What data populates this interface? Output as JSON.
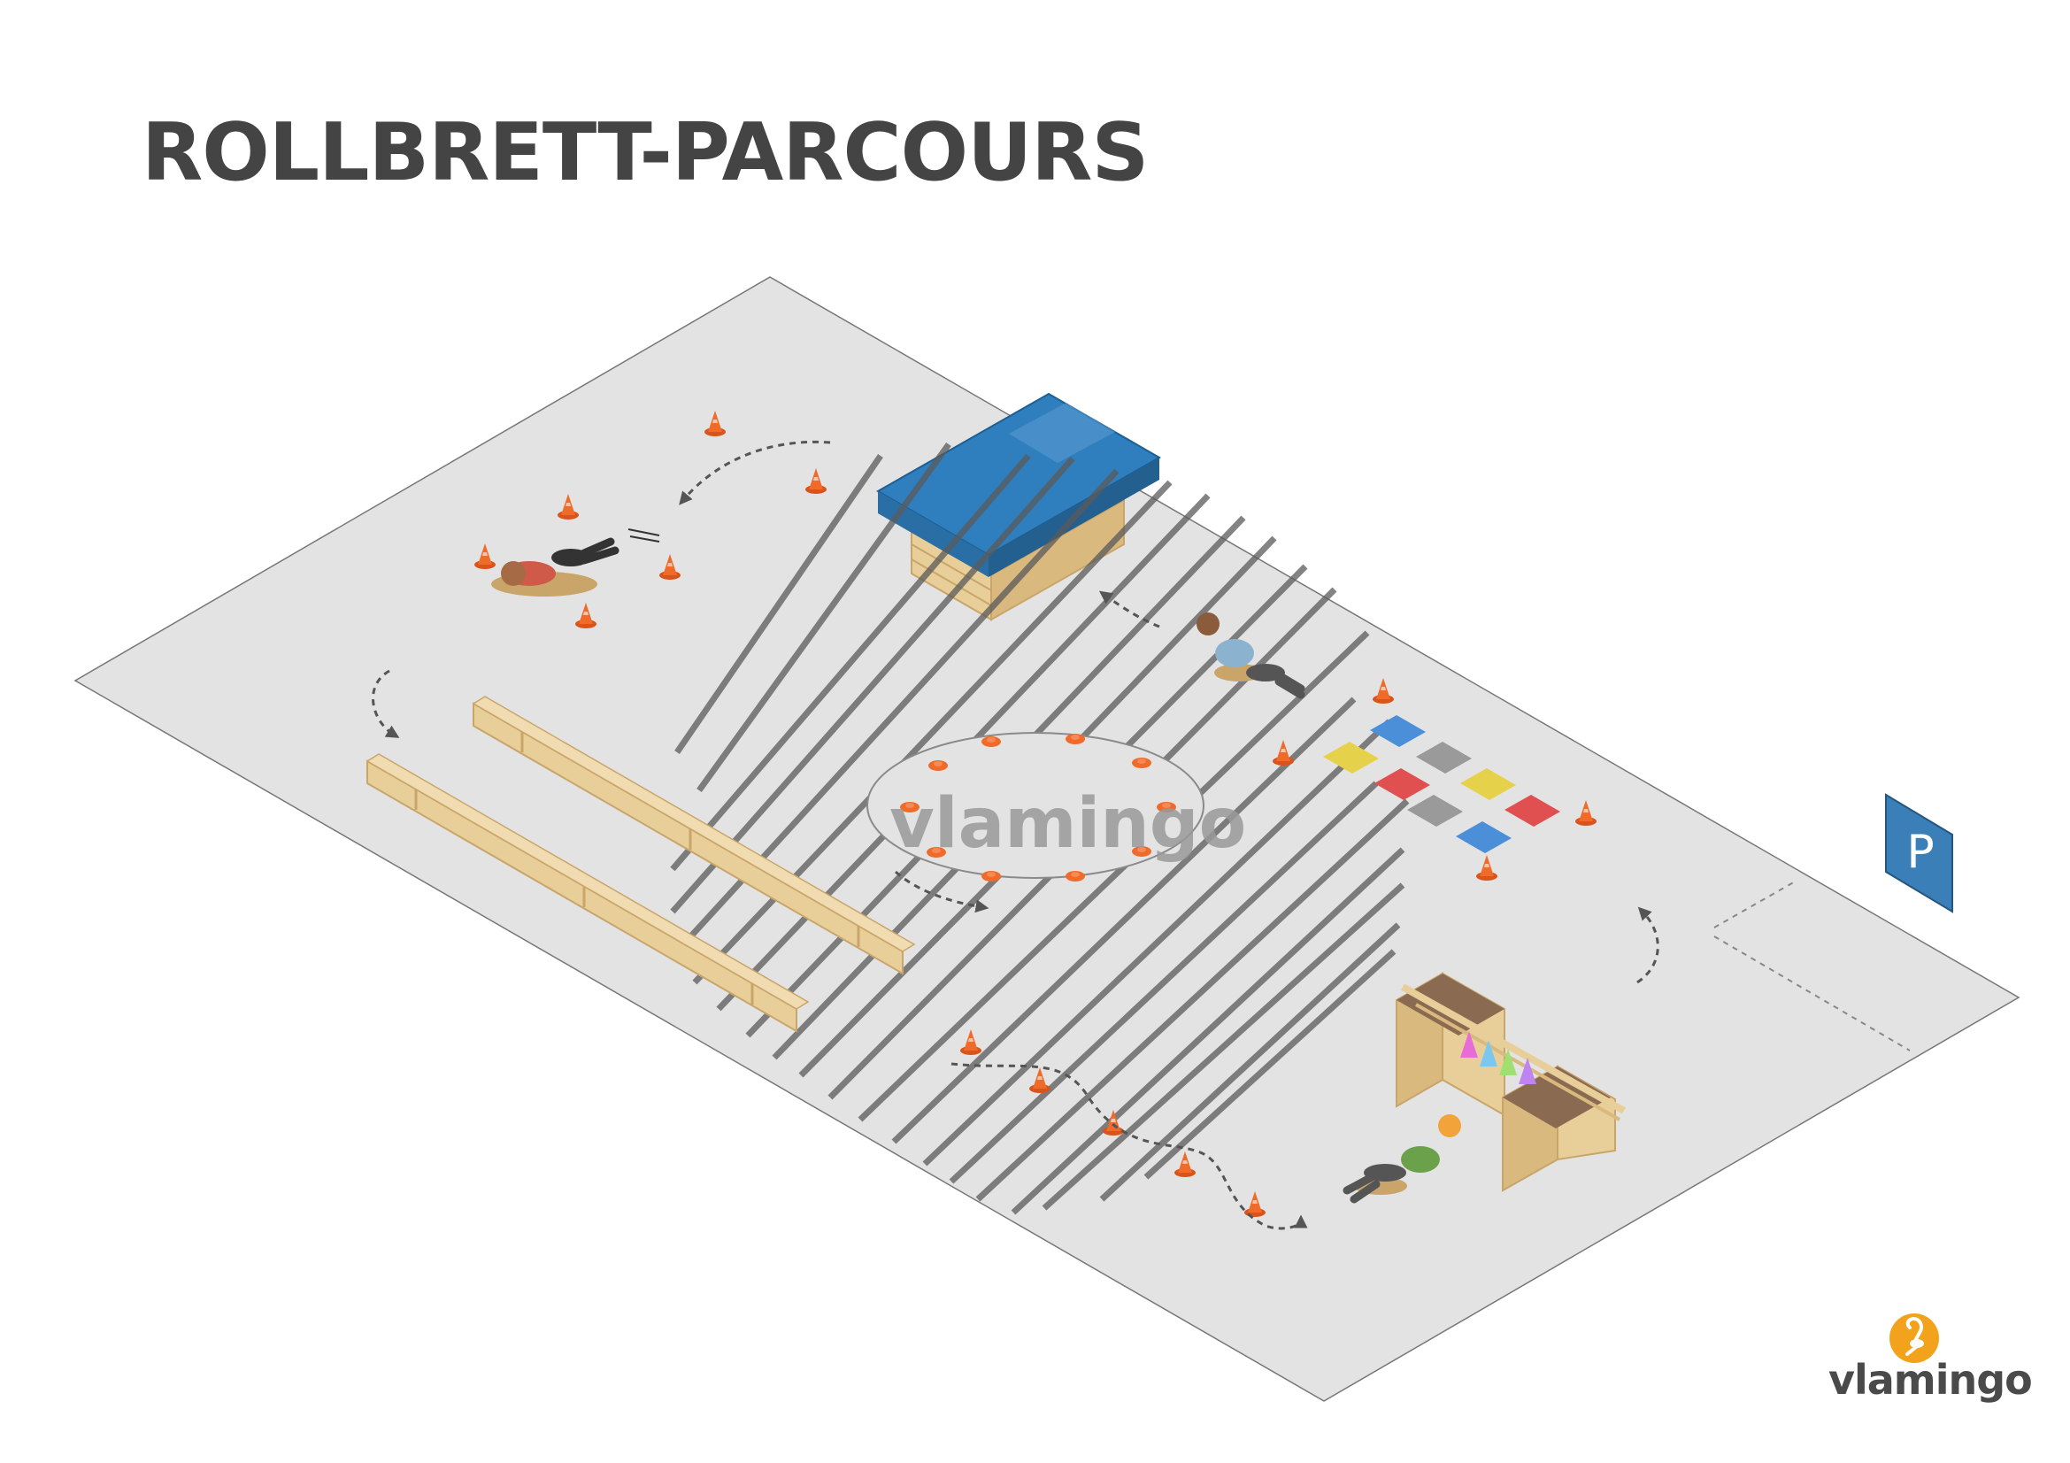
{
  "page": {
    "title": "ROLLBRETT-PARCOURS"
  },
  "watermark": {
    "text": "vlamingo"
  },
  "parking_sign": {
    "letter": "P"
  },
  "logo": {
    "wordmark": "vlamingo",
    "icon": "flamingo-icon"
  },
  "colors": {
    "title": "#444444",
    "floor": "#e3e3e3",
    "floor_edge": "#777777",
    "mat_blue": "#2f7fbf",
    "wood": "#e8cf9a",
    "wood_dark": "#c9a56a",
    "cone": "#f06a2a",
    "tile_yellow": "#e6d24a",
    "tile_blue": "#4a8fd8",
    "tile_grey": "#9a9a9a",
    "tile_red": "#e05050",
    "sign_blue": "#3a7fb8",
    "logo_orange": "#f2a31b",
    "arrow": "#555555"
  }
}
